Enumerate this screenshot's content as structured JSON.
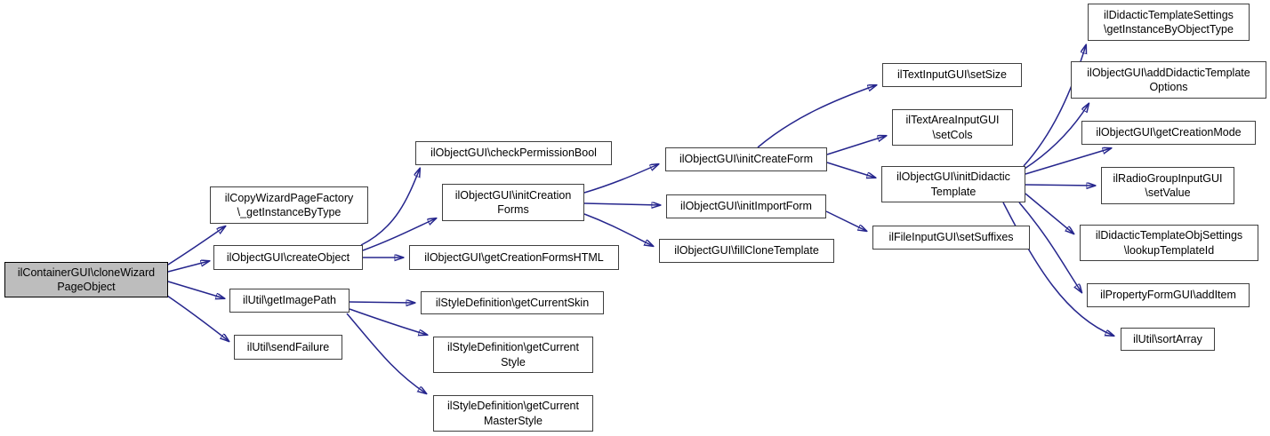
{
  "diagram": {
    "type": "call-graph",
    "colors": {
      "edge": "#26268D",
      "node_border": "#3F3F3F",
      "node_fill": "#FFFFFF",
      "root_fill": "#BDBDBD",
      "text": "#000000",
      "background": "#FFFFFF"
    }
  },
  "nodes": [
    {
      "id": "cloneWizardPageObject",
      "label": "ilContainerGUI\\cloneWizard\nPageObject"
    },
    {
      "id": "getInstanceByType",
      "label": "ilCopyWizardPageFactory\n\\_getInstanceByType"
    },
    {
      "id": "createObject",
      "label": "ilObjectGUI\\createObject"
    },
    {
      "id": "getImagePath",
      "label": "ilUtil\\getImagePath"
    },
    {
      "id": "sendFailure",
      "label": "ilUtil\\sendFailure"
    },
    {
      "id": "checkPermissionBool",
      "label": "ilObjectGUI\\checkPermissionBool"
    },
    {
      "id": "initCreationForms",
      "label": "ilObjectGUI\\initCreation\nForms"
    },
    {
      "id": "getCreationFormsHTML",
      "label": "ilObjectGUI\\getCreationFormsHTML"
    },
    {
      "id": "getCurrentSkin",
      "label": "ilStyleDefinition\\getCurrentSkin"
    },
    {
      "id": "getCurrentStyle",
      "label": "ilStyleDefinition\\getCurrent\nStyle"
    },
    {
      "id": "getCurrentMasterStyle",
      "label": "ilStyleDefinition\\getCurrent\nMasterStyle"
    },
    {
      "id": "initCreateForm",
      "label": "ilObjectGUI\\initCreateForm"
    },
    {
      "id": "initImportForm",
      "label": "ilObjectGUI\\initImportForm"
    },
    {
      "id": "fillCloneTemplate",
      "label": "ilObjectGUI\\fillCloneTemplate"
    },
    {
      "id": "setSize",
      "label": "ilTextInputGUI\\setSize"
    },
    {
      "id": "setCols",
      "label": "ilTextAreaInputGUI\n\\setCols"
    },
    {
      "id": "initDidacticTemplate",
      "label": "ilObjectGUI\\initDidactic\nTemplate"
    },
    {
      "id": "setSuffixes",
      "label": "ilFileInputGUI\\setSuffixes"
    },
    {
      "id": "getInstanceByObjectType",
      "label": "ilDidacticTemplateSettings\n\\getInstanceByObjectType"
    },
    {
      "id": "addDidacticTemplateOptions",
      "label": "ilObjectGUI\\addDidacticTemplate\nOptions"
    },
    {
      "id": "getCreationMode",
      "label": "ilObjectGUI\\getCreationMode"
    },
    {
      "id": "setValue",
      "label": "ilRadioGroupInputGUI\n\\setValue"
    },
    {
      "id": "lookupTemplateId",
      "label": "ilDidacticTemplateObjSettings\n\\lookupTemplateId"
    },
    {
      "id": "addItem",
      "label": "ilPropertyFormGUI\\addItem"
    },
    {
      "id": "sortArray",
      "label": "ilUtil\\sortArray"
    }
  ],
  "edges": [
    {
      "from": "cloneWizardPageObject",
      "to": "getInstanceByType"
    },
    {
      "from": "cloneWizardPageObject",
      "to": "createObject"
    },
    {
      "from": "cloneWizardPageObject",
      "to": "getImagePath"
    },
    {
      "from": "cloneWizardPageObject",
      "to": "sendFailure"
    },
    {
      "from": "createObject",
      "to": "checkPermissionBool"
    },
    {
      "from": "createObject",
      "to": "initCreationForms"
    },
    {
      "from": "createObject",
      "to": "getCreationFormsHTML"
    },
    {
      "from": "getImagePath",
      "to": "getCurrentSkin"
    },
    {
      "from": "getImagePath",
      "to": "getCurrentStyle"
    },
    {
      "from": "getImagePath",
      "to": "getCurrentMasterStyle"
    },
    {
      "from": "initCreationForms",
      "to": "initCreateForm"
    },
    {
      "from": "initCreationForms",
      "to": "initImportForm"
    },
    {
      "from": "initCreationForms",
      "to": "fillCloneTemplate"
    },
    {
      "from": "initCreateForm",
      "to": "setSize"
    },
    {
      "from": "initCreateForm",
      "to": "setCols"
    },
    {
      "from": "initCreateForm",
      "to": "initDidacticTemplate"
    },
    {
      "from": "initImportForm",
      "to": "setSuffixes"
    },
    {
      "from": "initDidacticTemplate",
      "to": "getInstanceByObjectType"
    },
    {
      "from": "initDidacticTemplate",
      "to": "addDidacticTemplateOptions"
    },
    {
      "from": "initDidacticTemplate",
      "to": "getCreationMode"
    },
    {
      "from": "initDidacticTemplate",
      "to": "setValue"
    },
    {
      "from": "initDidacticTemplate",
      "to": "lookupTemplateId"
    },
    {
      "from": "initDidacticTemplate",
      "to": "addItem"
    },
    {
      "from": "initDidacticTemplate",
      "to": "sortArray"
    }
  ]
}
